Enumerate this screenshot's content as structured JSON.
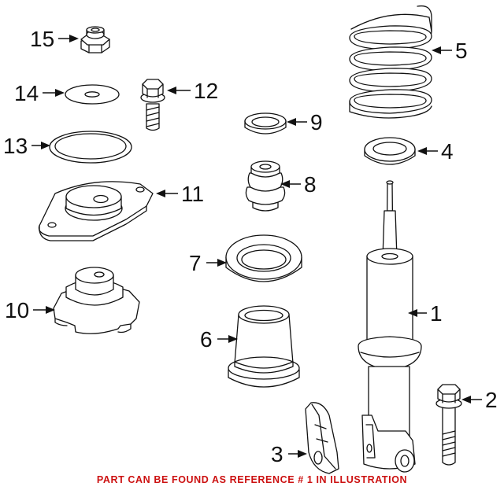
{
  "callouts": [
    "1",
    "2",
    "3",
    "4",
    "5",
    "6",
    "7",
    "8",
    "9",
    "10",
    "11",
    "12",
    "13",
    "14",
    "15"
  ],
  "footnote": "PART CAN BE FOUND AS REFERENCE # 1 IN ILLUSTRATION",
  "colors": {
    "footnote": "#cc1111",
    "line": "#111111"
  }
}
